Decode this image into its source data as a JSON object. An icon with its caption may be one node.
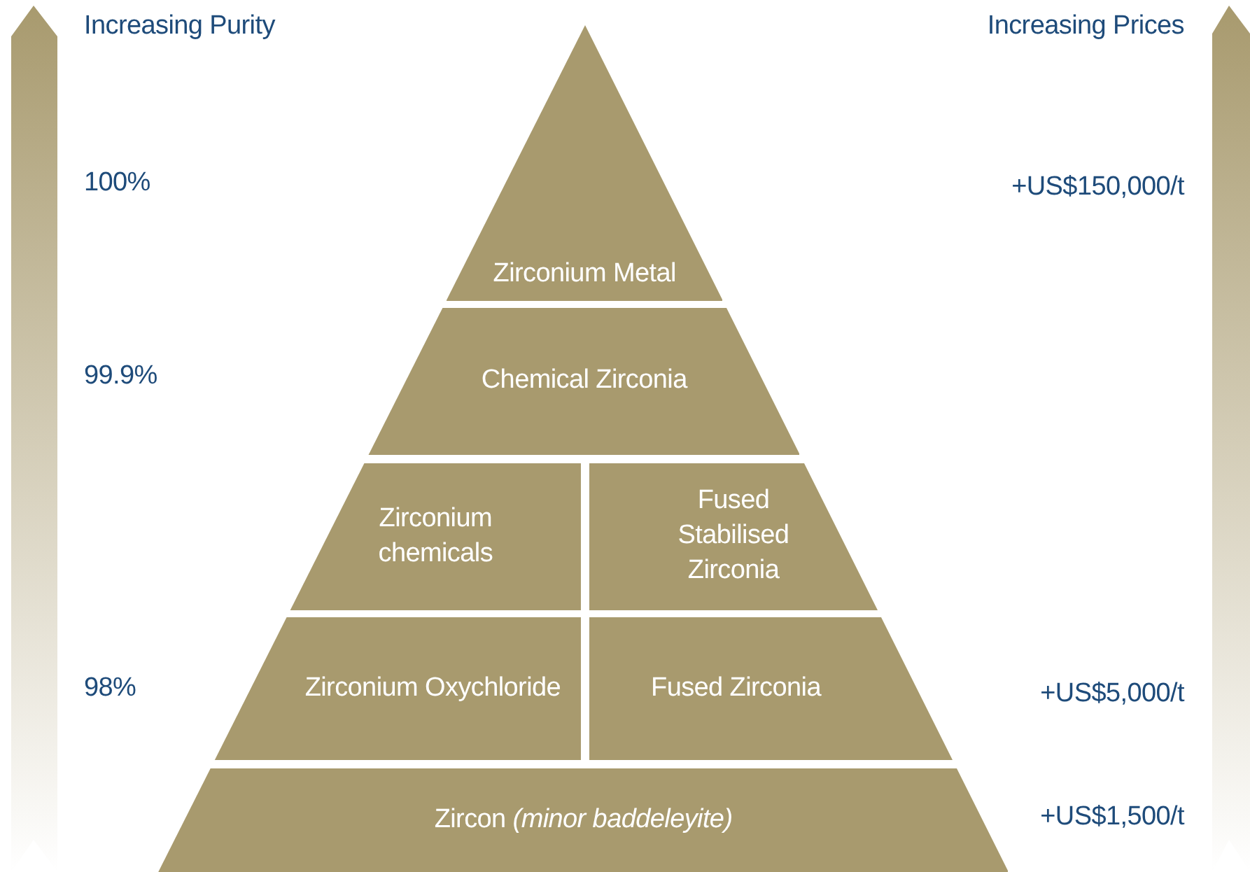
{
  "diagram": {
    "nodes": [
      {
        "text": [
          "Zirconium Metal"
        ]
      },
      {
        "text": [
          "Chemical Zirconia"
        ]
      },
      {
        "text": [
          "Zirconium chemicals"
        ]
      },
      {
        "text": [
          "Fused Stabilised Zirconia"
        ]
      },
      {
        "text": [
          "Zirconium Oxychloride"
        ]
      },
      {
        "text": [
          "Fused Zirconia"
        ]
      },
      {
        "text": [
          "Zircon *(minor baddeleyite)*"
        ]
      }
    ],
    "labels": [
      "Increasing Purity",
      "Increasing Prices",
      "100%",
      "+US$150,000/t",
      "99.9%",
      "98%",
      "+US$5,000/t",
      "+US$1,500/t"
    ]
  }
}
